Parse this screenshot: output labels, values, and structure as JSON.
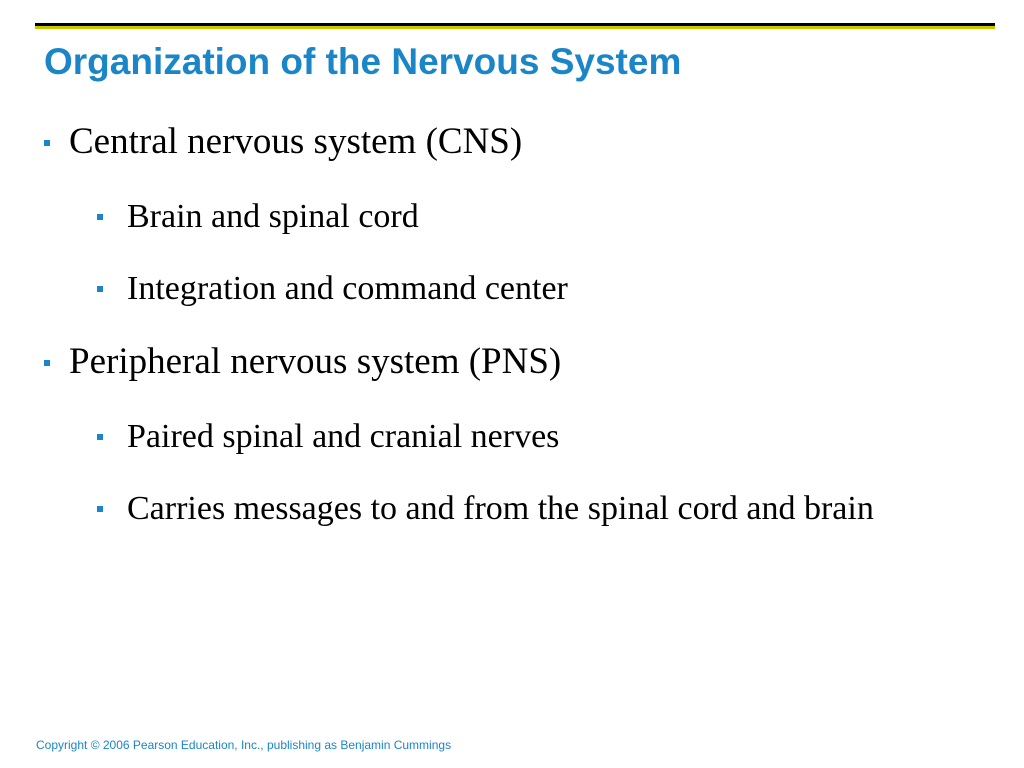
{
  "slide": {
    "title": "Organization of the Nervous System",
    "bullets": [
      {
        "level": 1,
        "text": "Central nervous system (CNS)"
      },
      {
        "level": 2,
        "text": "Brain and spinal cord"
      },
      {
        "level": 2,
        "text": "Integration and command center"
      },
      {
        "level": 1,
        "text": "Peripheral nervous system (PNS)"
      },
      {
        "level": 2,
        "text": "Paired spinal and cranial nerves"
      },
      {
        "level": 2,
        "text": "Carries messages to and from the spinal cord and brain"
      }
    ],
    "footer": "Copyright © 2006 Pearson Education, Inc., publishing as Benjamin Cummings"
  },
  "colors": {
    "title": "#1a86c8",
    "body_text": "#000000",
    "bullet_marker": "#1a86c8",
    "footer": "#1a86c8",
    "top_rule": "#000000",
    "top_rule_accent": "#c8c800",
    "background": "#ffffff"
  }
}
